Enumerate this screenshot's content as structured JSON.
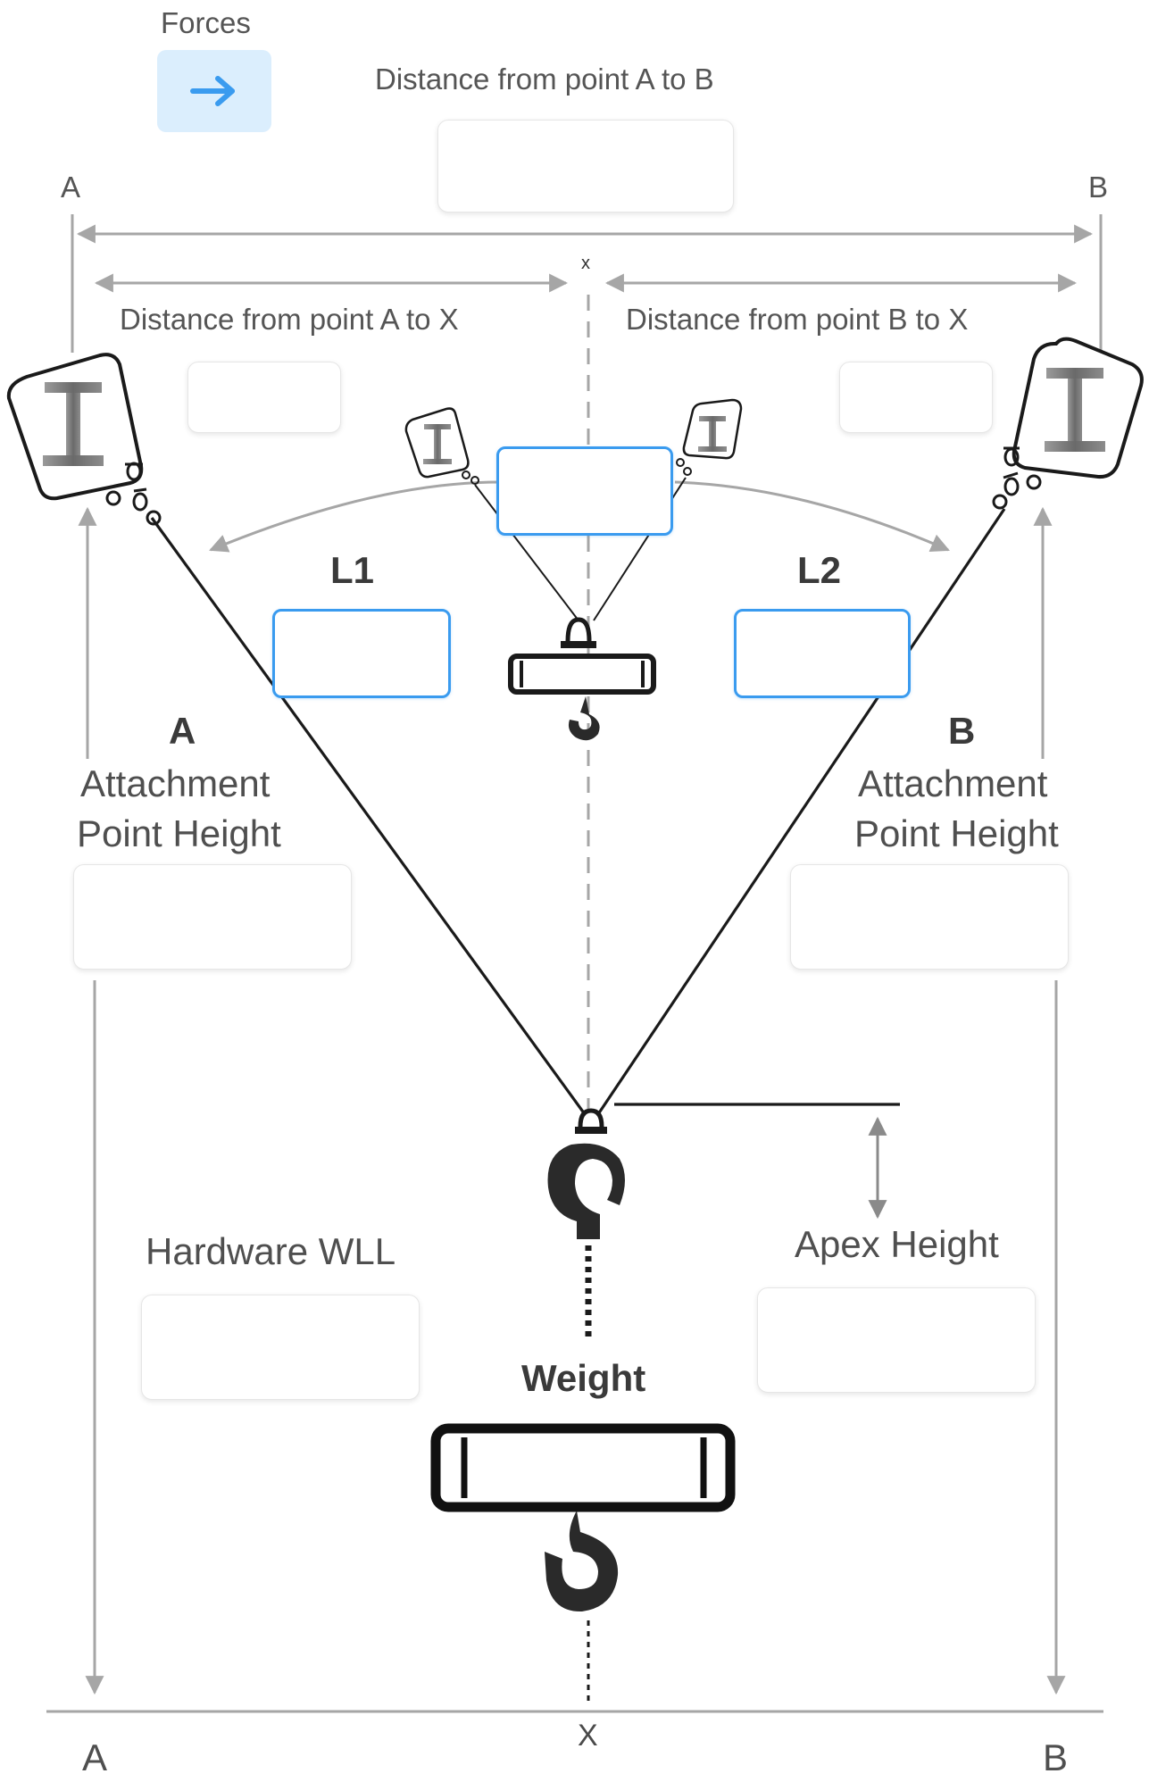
{
  "forces": {
    "label": "Forces",
    "icon": "arrow-right-icon"
  },
  "distance_ab": {
    "label": "Distance from point A to B",
    "value": ""
  },
  "distance_ax": {
    "label": "Distance from point A to X",
    "value": ""
  },
  "distance_bx": {
    "label": "Distance from point B to X",
    "value": ""
  },
  "points": {
    "a_top": "A",
    "b_top": "B",
    "x_top": "x",
    "a_bottom": "A",
    "b_bottom": "B",
    "x_bottom": "X"
  },
  "angle": {
    "value": ""
  },
  "leg1": {
    "label": "L1",
    "value": ""
  },
  "leg2": {
    "label": "L2",
    "value": ""
  },
  "attach_a": {
    "point": "A",
    "line1": "Attachment",
    "line2": "Point Height",
    "value": ""
  },
  "attach_b": {
    "point": "B",
    "line1": "Attachment",
    "line2": "Point Height",
    "value": ""
  },
  "hardware_wll": {
    "label": "Hardware WLL",
    "value": ""
  },
  "apex_height": {
    "label": "Apex Height",
    "value": ""
  },
  "weight": {
    "label": "Weight"
  },
  "colors": {
    "accent": "#3a9bef",
    "accent_bg": "#dbeefd",
    "line": "#a6a6a6",
    "ink": "#1a1a1a"
  }
}
